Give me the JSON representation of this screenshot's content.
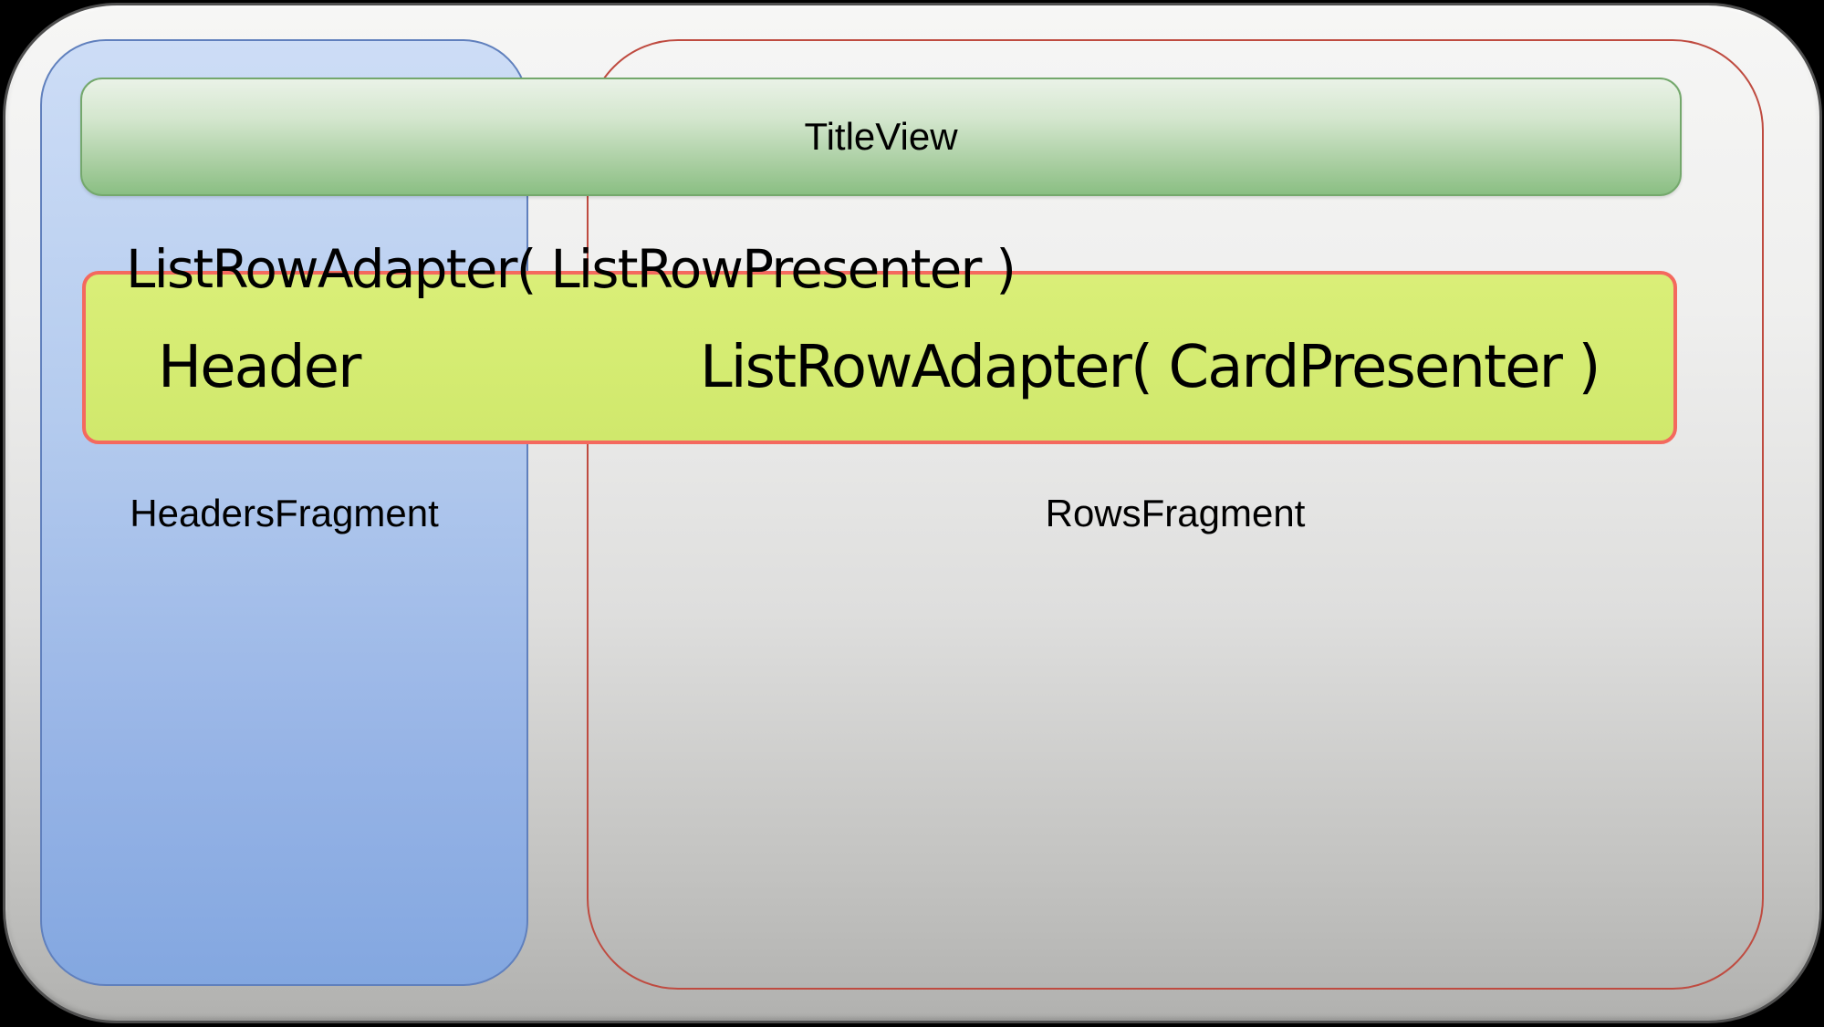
{
  "diagram": {
    "background_color": "#000000",
    "outer_container": {
      "fill_top": "#f6f6f5",
      "fill_bottom": "#b1b1af",
      "border_color": "#4e4e4e"
    },
    "boxes": {
      "title_view": {
        "label": "TitleView",
        "fill_top": "#eaf2e7",
        "fill_bottom": "#8abf83",
        "border_color": "#74a86c"
      },
      "headers_fragment": {
        "label": "HeadersFragment",
        "fill_top": "#cdddf6",
        "fill_bottom": "#83a7e0",
        "border_color": "#6080bd"
      },
      "rows_fragment": {
        "label": "RowsFragment",
        "fill_top": "#f6caca",
        "fill_bottom": "#e9695f",
        "border_color": "#bf4b40"
      },
      "list_row_strip": {
        "header_label": "Header",
        "card_adapter_label": "ListRowAdapter( CardPresenter )",
        "fill": "#d5ec72",
        "border_color": "#f4695e"
      }
    },
    "overlay_text": {
      "list_row_adapter": "ListRowAdapter( ListRowPresenter )"
    },
    "text_color": "#000000"
  }
}
